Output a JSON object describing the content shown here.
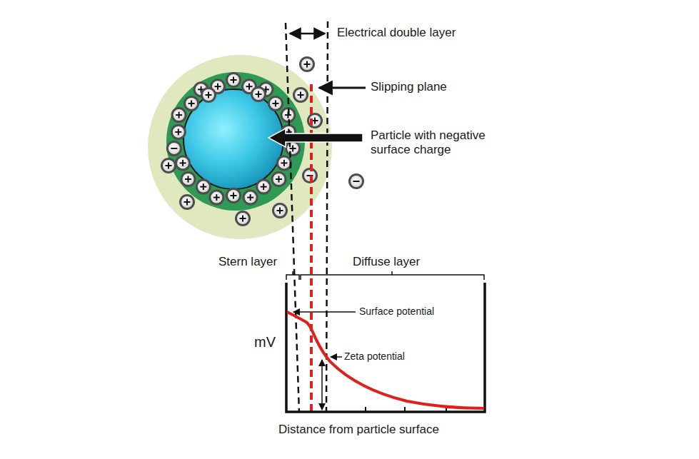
{
  "diagram": {
    "labels": [
      "Electrical double layer",
      "Slipping plane",
      "Particle with negative surface charge",
      "Stern layer",
      "Diffuse layer",
      "Surface potential",
      "Zeta potential",
      "mV",
      "Distance from particle surface"
    ]
  }
}
